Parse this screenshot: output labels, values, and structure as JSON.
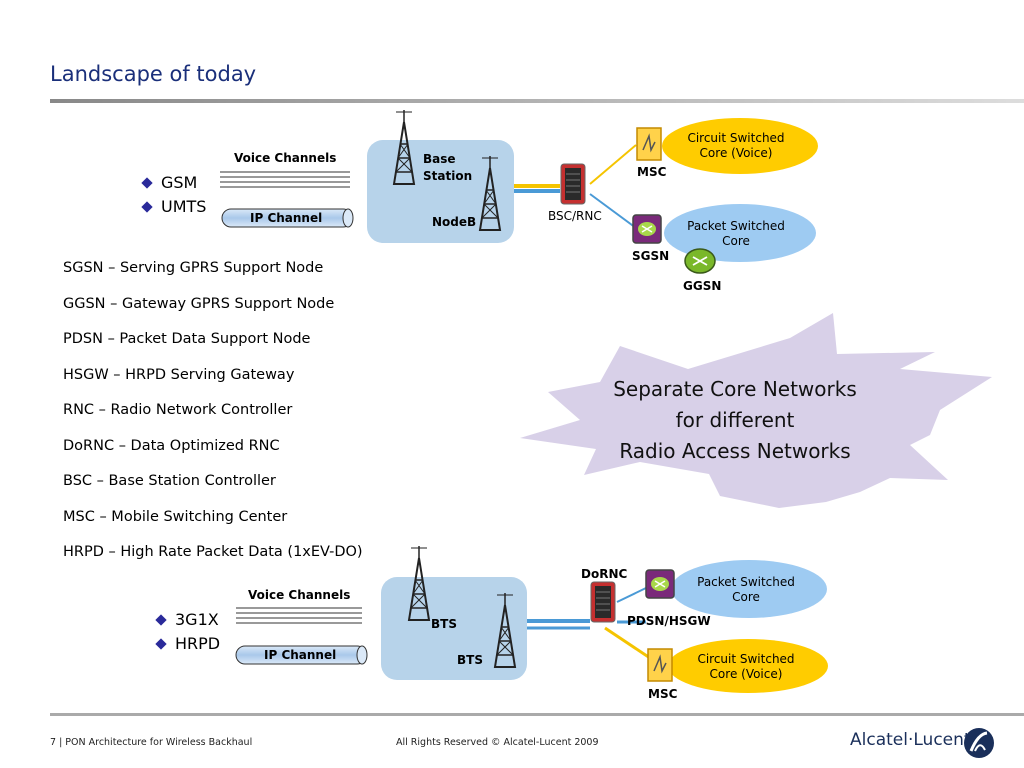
{
  "slide": {
    "title": "Landscape of today"
  },
  "top_diagram": {
    "technologies": [
      "GSM",
      "UMTS"
    ],
    "voice_label": "Voice Channels",
    "ip_label": "IP Channel",
    "base_station_label": "Base\nStation",
    "base_station_line1": "Base",
    "base_station_line2": "Station",
    "nodeb_label": "NodeB",
    "bsc_label": "BSC/RNC",
    "msc_label": "MSC",
    "sgsn_label": "SGSN",
    "ggsn_label": "GGSN",
    "circuit_cloud": {
      "line1": "Circuit Switched",
      "line2": "Core (Voice)"
    },
    "packet_cloud": {
      "line1": "Packet Switched",
      "line2": "Core"
    }
  },
  "abbreviations": [
    "SGSN – Serving GPRS Support Node",
    "GGSN – Gateway GPRS Support Node",
    "PDSN – Packet Data Support Node",
    "HSGW – HRPD Serving Gateway",
    "RNC – Radio Network Controller",
    "DoRNC – Data Optimized RNC",
    "BSC – Base Station Controller",
    "MSC – Mobile Switching Center",
    "HRPD – High Rate Packet Data (1xEV-DO)"
  ],
  "callout": {
    "line1": "Separate Core Networks",
    "line2": "for different",
    "line3": "Radio Access Networks"
  },
  "bottom_diagram": {
    "technologies": [
      "3G1X",
      "HRPD"
    ],
    "voice_label": "Voice Channels",
    "ip_label": "IP Channel",
    "bts_label_1": "BTS",
    "bts_label_2": "BTS",
    "dornc_label": "DoRNC",
    "pdsn_label": "PDSN/HSGW",
    "msc_label": "MSC",
    "packet_cloud": {
      "line1": "Packet Switched",
      "line2": "Core"
    },
    "circuit_cloud": {
      "line1": "Circuit Switched",
      "line2": "Core (Voice)"
    }
  },
  "footer": {
    "left": "7 | PON Architecture for Wireless Backhaul",
    "center": "All Rights Reserved © Alcatel-Lucent 2009",
    "brand": "Alcatel·Lucent"
  },
  "colors": {
    "title": "#1a2f7a",
    "bs_box": "#b7d3ea",
    "circuit_cloud": "#ffcc00",
    "packet_cloud": "#9ecbf2",
    "burst": "#d8d0e8",
    "link_yellow": "#f5c400",
    "link_blue": "#4a9ad6"
  }
}
